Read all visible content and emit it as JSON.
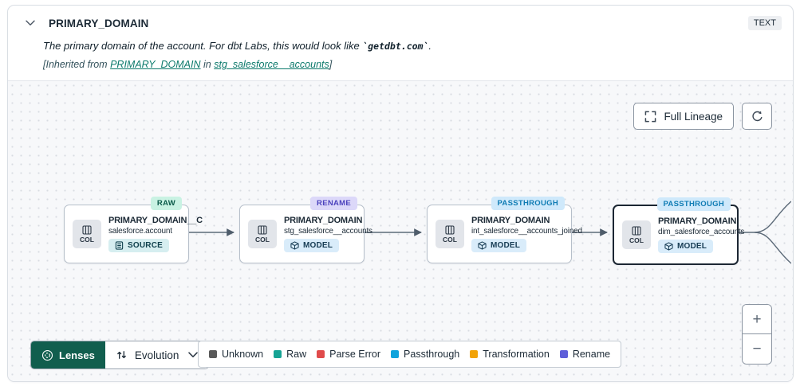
{
  "header": {
    "title": "PRIMARY_DOMAIN",
    "type_badge": "TEXT",
    "description_prefix": "The primary domain of the account. For dbt Labs, this would look like ",
    "description_code": "`getdbt.com`",
    "description_suffix": ".",
    "inherited_prefix": "[Inherited from ",
    "inherited_link1": "PRIMARY_DOMAIN",
    "inherited_middle": " in ",
    "inherited_link2": "stg_salesforce__accounts",
    "inherited_suffix": "]"
  },
  "canvas": {
    "full_lineage_label": "Full Lineage",
    "nodes": [
      {
        "badge": "RAW",
        "title": "PRIMARY_DOMAIN__C",
        "subtitle": "salesforce.account",
        "kind": "SOURCE",
        "col_label": "COL"
      },
      {
        "badge": "RENAME",
        "title": "PRIMARY_DOMAIN",
        "subtitle": "stg_salesforce__accounts",
        "kind": "MODEL",
        "col_label": "COL"
      },
      {
        "badge": "PASSTHROUGH",
        "title": "PRIMARY_DOMAIN",
        "subtitle": "int_salesforce__accounts_joined",
        "kind": "MODEL",
        "col_label": "COL"
      },
      {
        "badge": "PASSTHROUGH",
        "title": "PRIMARY_DOMAIN",
        "subtitle": "dim_salesforce_accounts",
        "kind": "MODEL",
        "col_label": "COL"
      }
    ]
  },
  "footer": {
    "lenses_label": "Lenses",
    "lenses_bg": "#115e4e",
    "lens_selected": "Evolution",
    "legend": [
      {
        "label": "Unknown",
        "color": "#595959"
      },
      {
        "label": "Raw",
        "color": "#16a394"
      },
      {
        "label": "Parse Error",
        "color": "#e04b4b"
      },
      {
        "label": "Passthrough",
        "color": "#0fa3dc"
      },
      {
        "label": "Transformation",
        "color": "#f2a307"
      },
      {
        "label": "Rename",
        "color": "#5f5fd9"
      }
    ],
    "zoom_in": "+",
    "zoom_out": "−"
  }
}
